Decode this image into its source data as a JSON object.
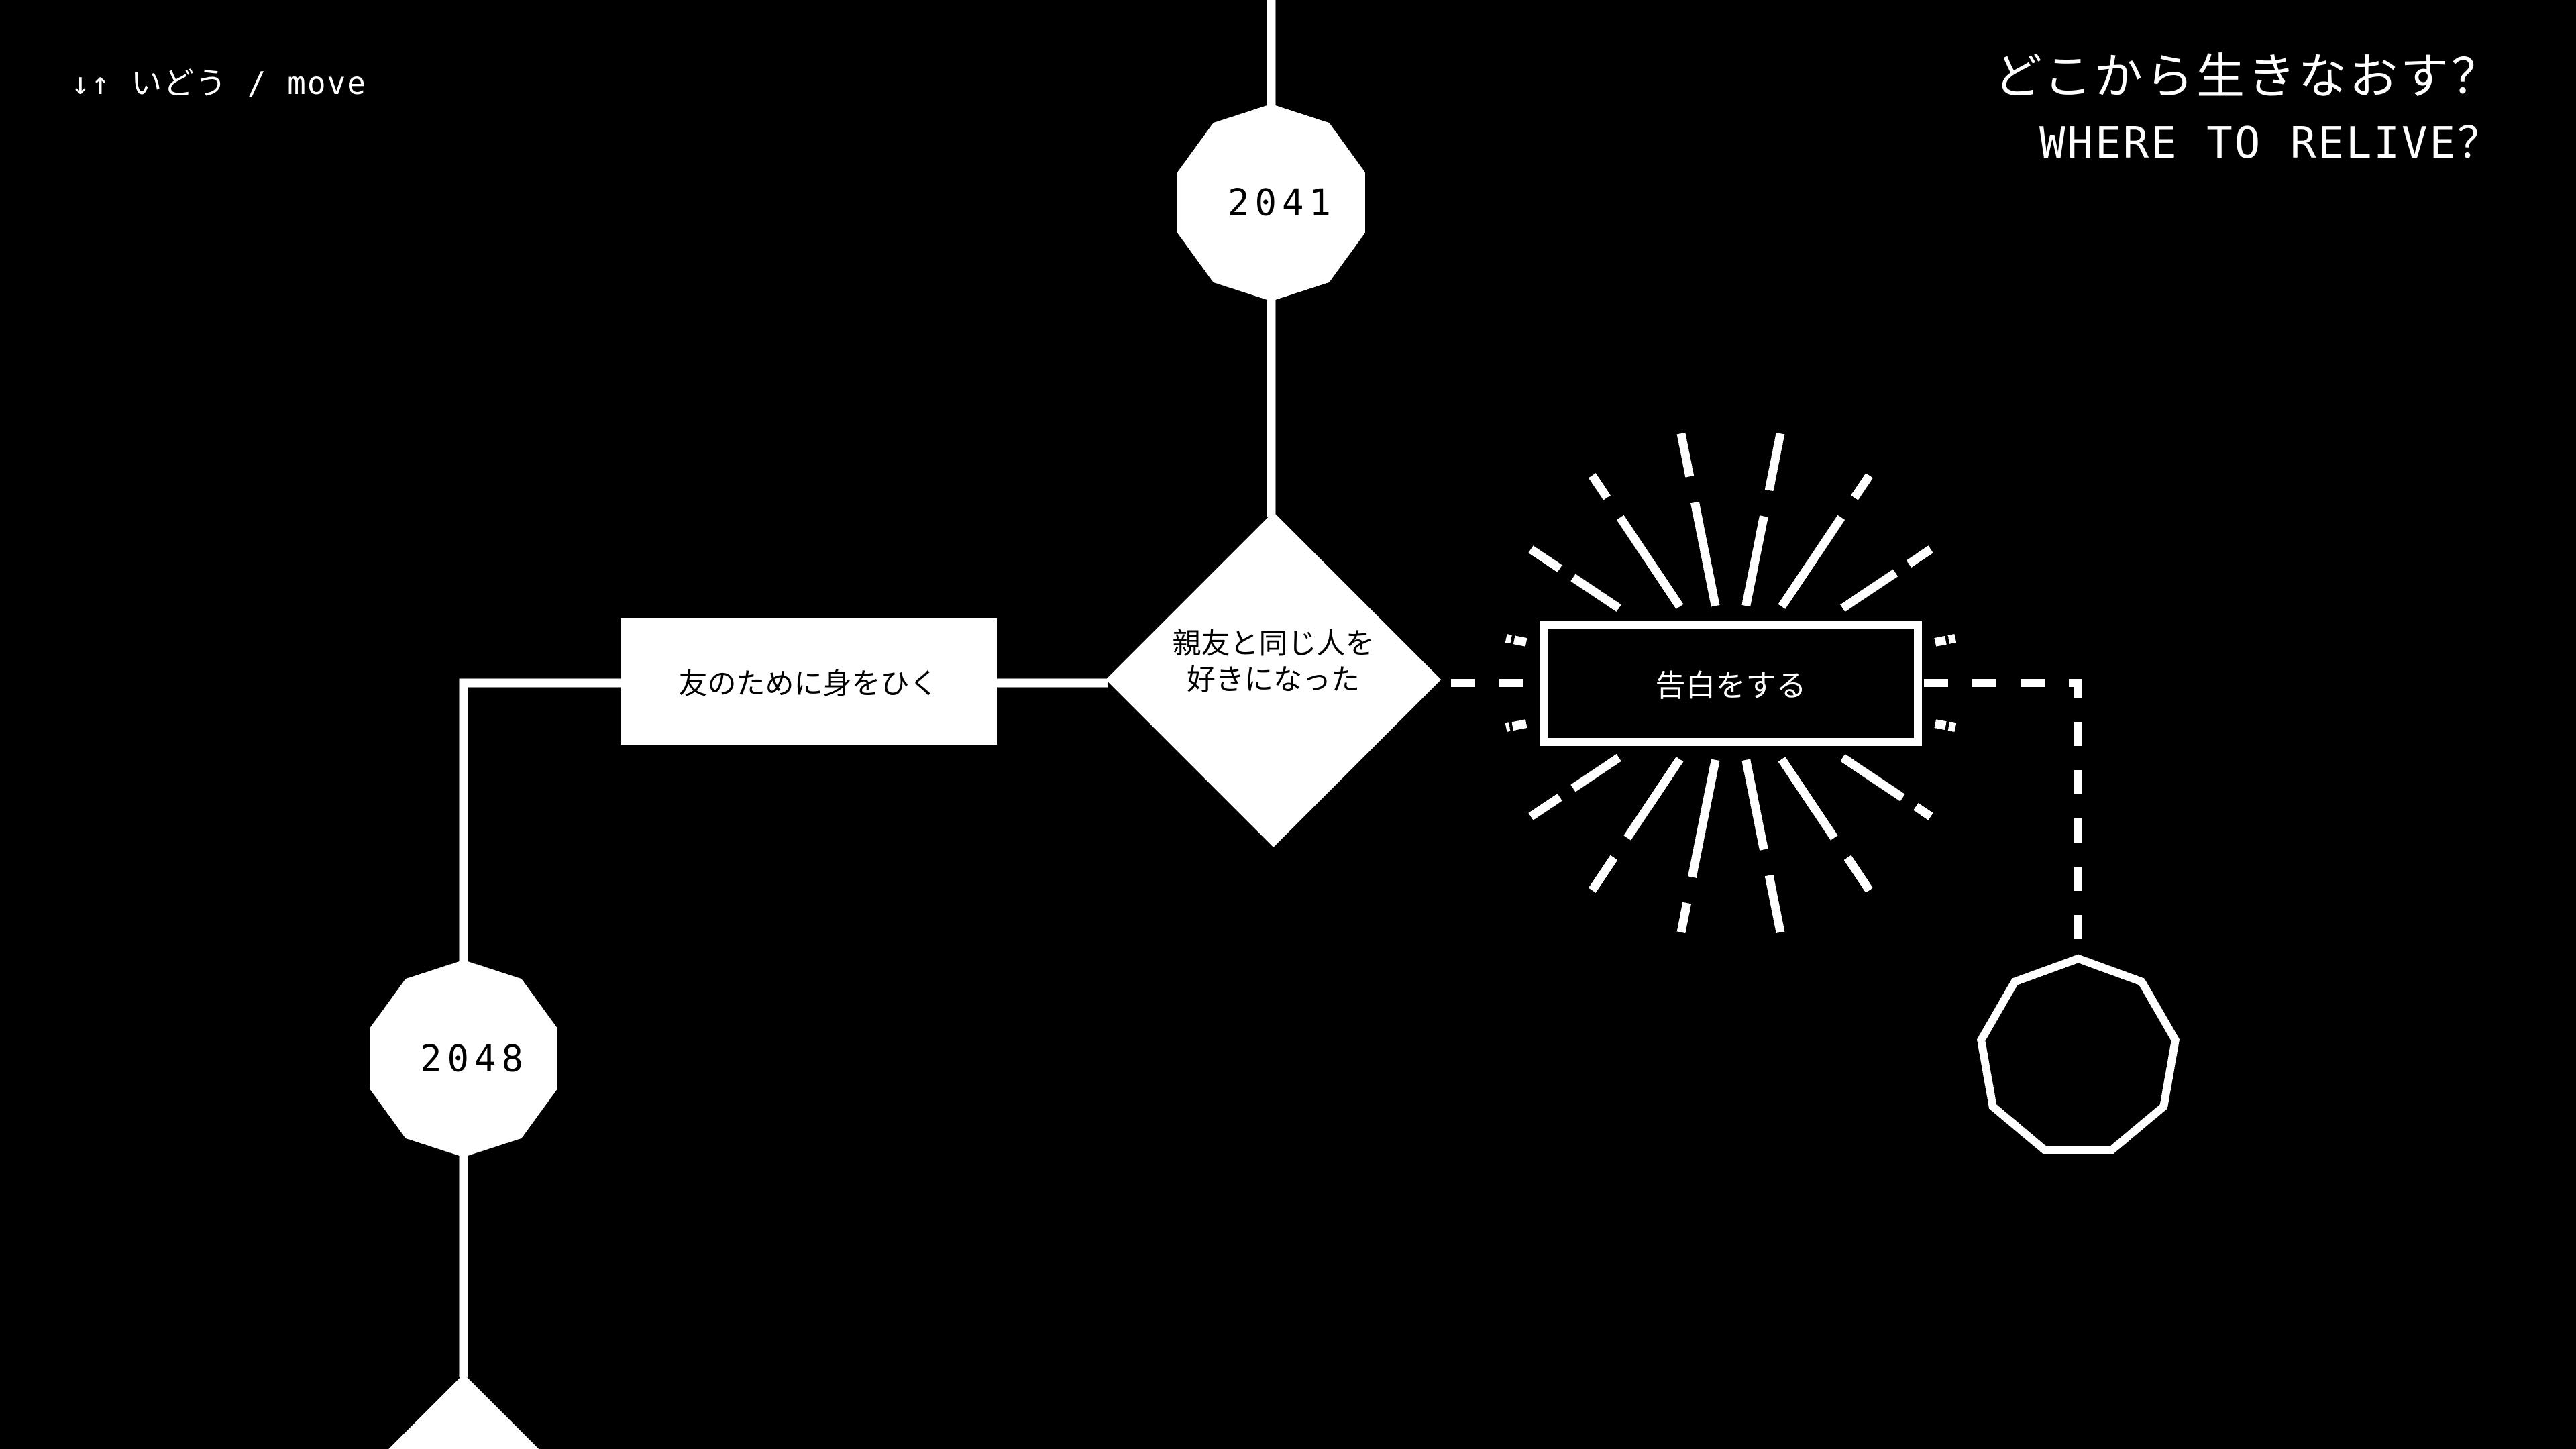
{
  "colors": {
    "background": "#000000",
    "foreground": "#ffffff"
  },
  "hud": {
    "move_hint": "↓↑ いどう / move",
    "title_jp": "どこから生きなおす？",
    "title_en": "WHERE TO RELIVE？"
  },
  "flowchart": {
    "year_node_top": {
      "label": "2041"
    },
    "year_node_left": {
      "label": "2048"
    },
    "decision_node": {
      "line1": "親友と同じ人を",
      "line2": "好きになった"
    },
    "action_node_left": {
      "label": "友のために身をひく"
    },
    "action_node_selected": {
      "label": "告白をする",
      "state": "selected"
    },
    "empty_node": {
      "label": ""
    }
  }
}
